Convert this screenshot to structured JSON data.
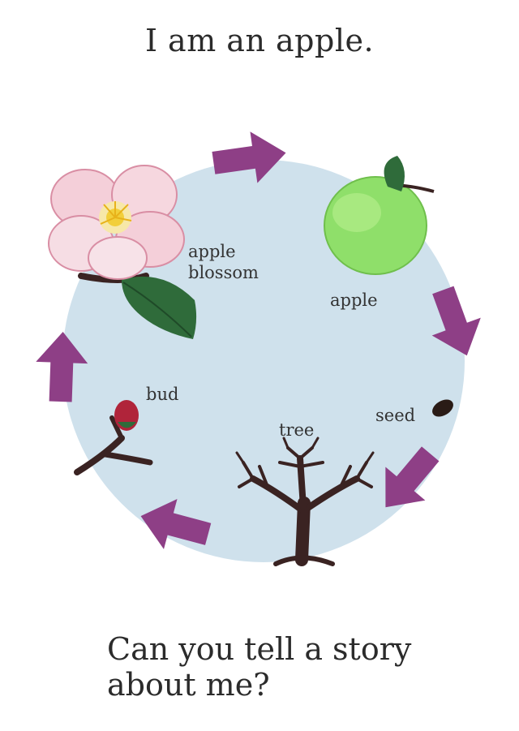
{
  "title": "I am an apple.",
  "stages": {
    "blossom": {
      "line1": "apple",
      "line2": "blossom"
    },
    "apple": "apple",
    "seed": "seed",
    "tree": "tree",
    "bud": "bud"
  },
  "question": {
    "line1": "Can you tell a story",
    "line2": "about me?"
  },
  "colors": {
    "circle": "#cfe1ec",
    "arrow": "#8e3f86",
    "apple": "#8fdf6a",
    "leaf": "#2f6b3a",
    "blossom": "#f4cfd9",
    "branch": "#3a2322"
  }
}
